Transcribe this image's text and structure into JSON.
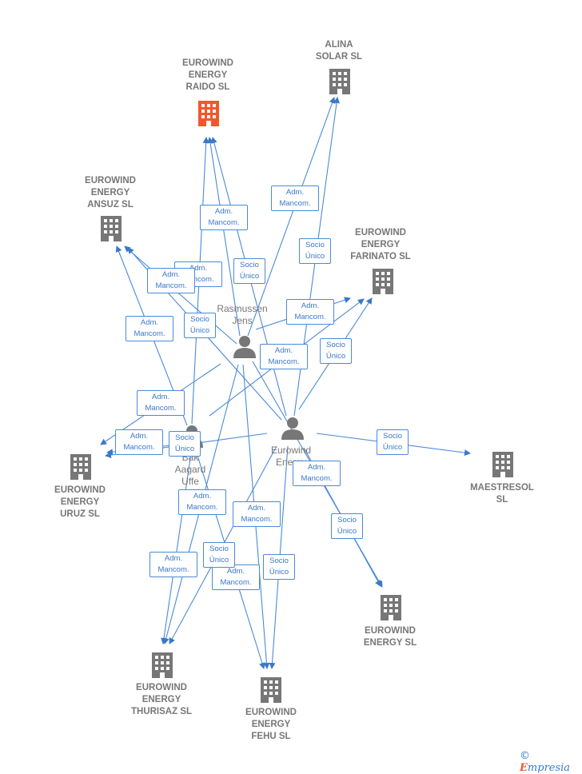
{
  "nodes": {
    "raido": {
      "label": "EUROWIND\nENERGY\nRAIDO  SL",
      "type": "company",
      "highlight": true
    },
    "alina": {
      "label": "ALINA\nSOLAR SL",
      "type": "company"
    },
    "ansuz": {
      "label": "EUROWIND\nENERGY\nANSUZ  SL",
      "type": "company"
    },
    "farinato": {
      "label": "EUROWIND\nENERGY\nFARINATO  SL",
      "type": "company"
    },
    "uruz": {
      "label": "EUROWIND\nENERGY\nURUZ  SL",
      "type": "company"
    },
    "maestresol": {
      "label": "MAESTRESOL\nSL",
      "type": "company"
    },
    "energy": {
      "label": "EUROWIND\nENERGY  SL",
      "type": "company"
    },
    "thurisaz": {
      "label": "EUROWIND\nENERGY\nTHURISAZ  SL",
      "type": "company"
    },
    "fehu": {
      "label": "EUROWIND\nENERGY\nFEHU  SL",
      "type": "company"
    },
    "rasmussen": {
      "label": "Rasmussen\nJens",
      "type": "person"
    },
    "bak": {
      "label": "Bak\nAagard\nUffe",
      "type": "person"
    },
    "eurowind": {
      "label": "Eurowind\nEnergy",
      "type": "person"
    }
  },
  "edge_labels": [
    "Adm.\nMancom.",
    "Adm.\nMancom.",
    "Adm.\nMancom.",
    "Adm.\nMancom.",
    "Adm.\nMancom.",
    "Adm.\nMancom.",
    "Adm.\nMancom.",
    "Adm.\nMancom.",
    "Adm.\nMancom.",
    "Adm.\nMancom.",
    "Adm.\nMancom.",
    "Adm.\nMancom.",
    "Adm.\nMancom.",
    "Adm.\nMancom.",
    "Socio\nÚnico",
    "Socio\nÚnico",
    "Socio\nÚnico",
    "Socio\nÚnico",
    "Socio\nÚnico",
    "Socio\nÚnico",
    "Socio\nÚnico",
    "Socio\nÚnico",
    "Socio\nÚnico"
  ],
  "brand": {
    "copyright": "©",
    "initial": "E",
    "rest": "mpresia"
  },
  "colors": {
    "edge": "#4a8ad8",
    "company": "#777777",
    "highlight": "#f2572c"
  }
}
